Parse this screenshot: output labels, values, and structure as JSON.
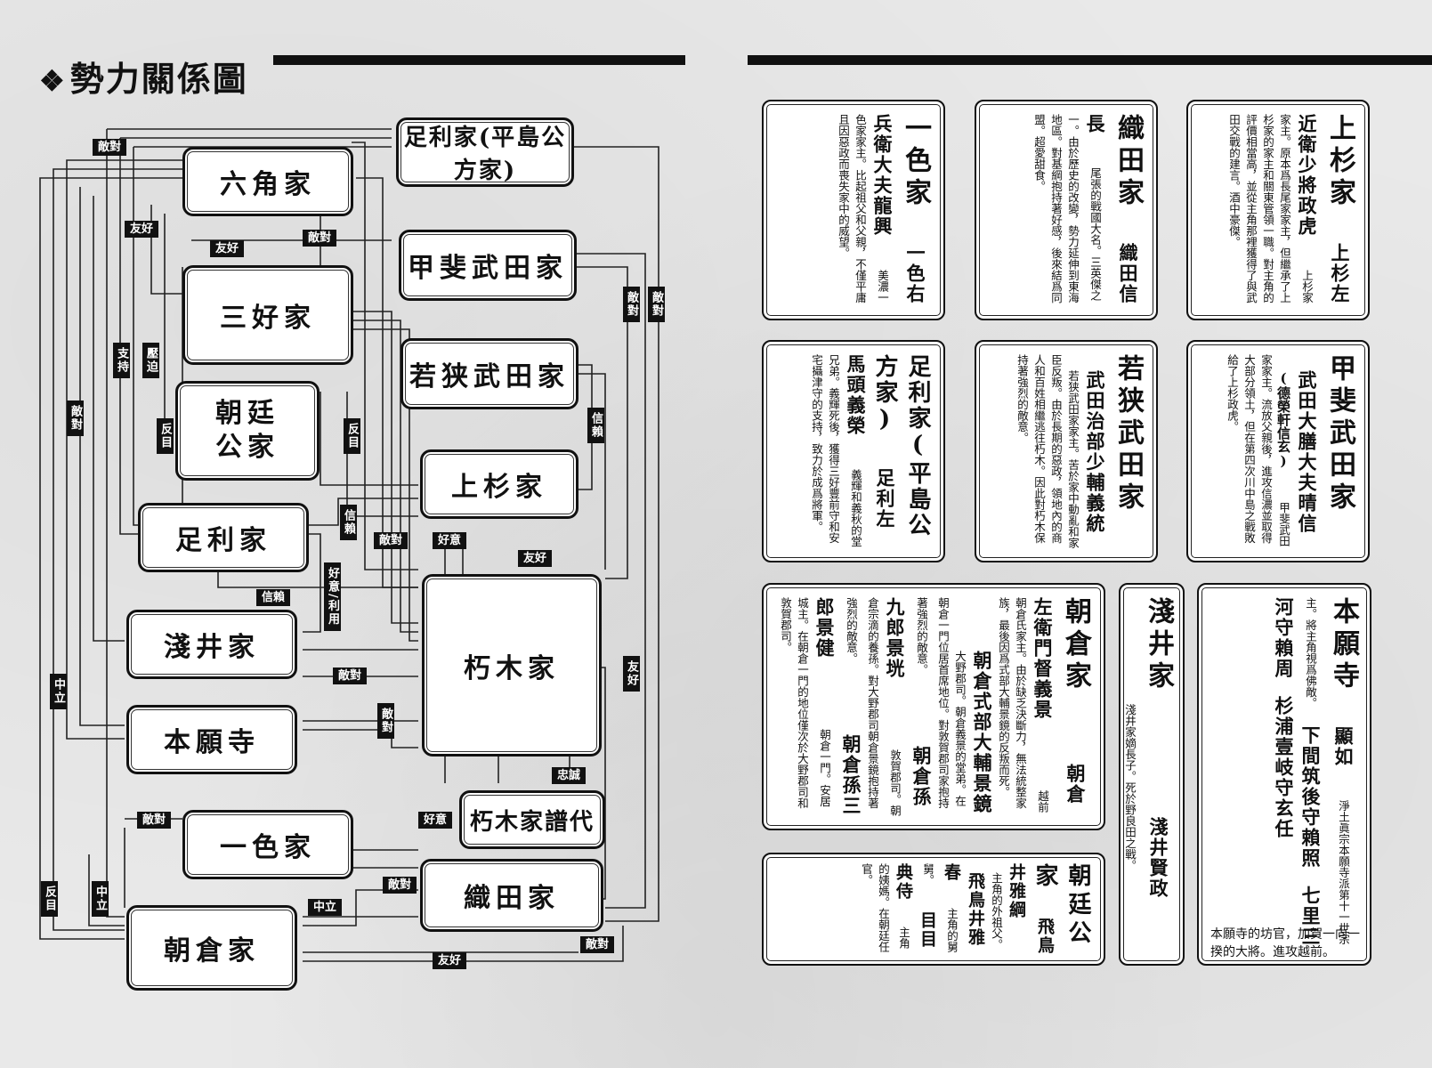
{
  "title": "勢力關係圖",
  "title_mark": "❖",
  "houses": {
    "rokkaku": "六角家",
    "ashikaga_hirajima": "足利家(平島公方家)",
    "kai_takeda": "甲斐武田家",
    "miyoshi": "三好家",
    "wakasa_takeda": "若狭武田家",
    "chotei": [
      "朝廷",
      "公家"
    ],
    "uesugi": "上杉家",
    "ashikaga": "足利家",
    "kutsuki": "朽木家",
    "azai": "淺井家",
    "honganji": "本願寺",
    "kutsuki_fudai": "朽木家譜代",
    "isshiki": "一色家",
    "oda": "織田家",
    "asakura": "朝倉家"
  },
  "relations": {
    "hostile": "敵對",
    "friendly": "友好",
    "support": "支持",
    "oppress": "壓迫",
    "rebel": "反目",
    "trust": "信賴",
    "goodwill": "好意",
    "goodwill_use": "好意/利用",
    "neutral": "中立",
    "loyal": "忠誠"
  },
  "cards": {
    "uesugi": {
      "house": "上杉家",
      "person": "上杉左近衛少將政虎",
      "desc": "上杉家家主。原本爲長尾家家主，但繼承了上杉家的家主和關東管領一職。對主角的評價相當高，並從主角那裡獲得了與武田交戰的建言。酒中豪傑。"
    },
    "oda": {
      "house": "織田家",
      "person": "織田信長",
      "desc": "尾張的戰國大名。三英傑之一。由於歷史的改變，勢力延伸到東海地區。對基綱抱持著好感，後來結爲同盟。超愛甜食。"
    },
    "isshiki": {
      "house": "一色家",
      "person": "一色右兵衛大夫龍興",
      "desc": "美濃一色家家主。比起祖父和父親，不僅平庸且因惡政而喪失家中的威望。"
    },
    "kai_takeda": {
      "house": "甲斐武田家",
      "person": "武田大膳大夫晴信",
      "alias": "(德榮軒信玄)",
      "desc": "甲斐武田家家主。流放父親後，進攻信濃並取得大部分領土，但在第四次川中島之戰敗給了上杉政虎。"
    },
    "wakasa_takeda": {
      "house": "若狭武田家",
      "person": "武田治部少輔義統",
      "desc": "若狭武田家家主。苦於家中動亂和家臣反叛。由於長期的惡政，領地內的商人和百姓相繼逃往朽木。因此對朽木保持著強烈的敵意。"
    },
    "ashikaga_hirajima": {
      "house": "足利家(平島公方家)",
      "person": "足利左馬頭義榮",
      "desc": "義輝和義秋的堂兄弟。義輝死後，獲得三好豐前守和安宅攝津守的支持，致力於成爲將軍。"
    },
    "asakura": {
      "house": "朝倉家",
      "people": [
        {
          "name": "朝倉左衛門督義景",
          "desc": "越前朝倉氏家主。由於缺乏決斷力，無法統整家族，最後因爲式部大輔景鏡的反叛而死。"
        },
        {
          "name": "朝倉式部大輔景鏡",
          "desc": "大野郡司。朝倉義景的堂弟。在朝倉一門位居首席地位。對敦賀郡司家抱持著強烈的敵意。"
        },
        {
          "name": "朝倉孫九郎景垙",
          "desc": "敦賀郡司。朝倉宗滴的養孫。對大野郡司朝倉景鏡抱持著強烈的敵意。"
        },
        {
          "name": "朝倉孫三郎景健",
          "desc": "朝倉一門。安居城主。在朝倉一門的地位僅次於大野郡司和敦賀郡司。"
        }
      ]
    },
    "azai": {
      "house": "淺井家",
      "person": "淺井賢政",
      "desc": "淺井家嫡長子。死於野良田之戰。"
    },
    "honganji": {
      "house": "本願寺",
      "people": [
        {
          "name": "顯如",
          "desc": "淨土眞宗本願寺派第十一世宗主。將主角視爲佛敵。"
        },
        {
          "name": "下間筑後守賴照",
          "desc": ""
        },
        {
          "name": "七里三河守賴周",
          "desc": ""
        },
        {
          "name": "杉浦壹岐守玄任",
          "desc": ""
        }
      ],
      "footer": "本願寺的坊官，加賀一向一揆的大將。進攻越前。"
    },
    "chotei": {
      "house": "朝廷公家",
      "people": [
        {
          "name": "飛鳥井雅綱",
          "desc": "主角的外祖父。"
        },
        {
          "name": "飛鳥井雅春",
          "desc": "主角的舅舅。"
        },
        {
          "name": "目目典侍",
          "desc": "主角的姨媽。在朝廷任官。"
        }
      ]
    }
  }
}
